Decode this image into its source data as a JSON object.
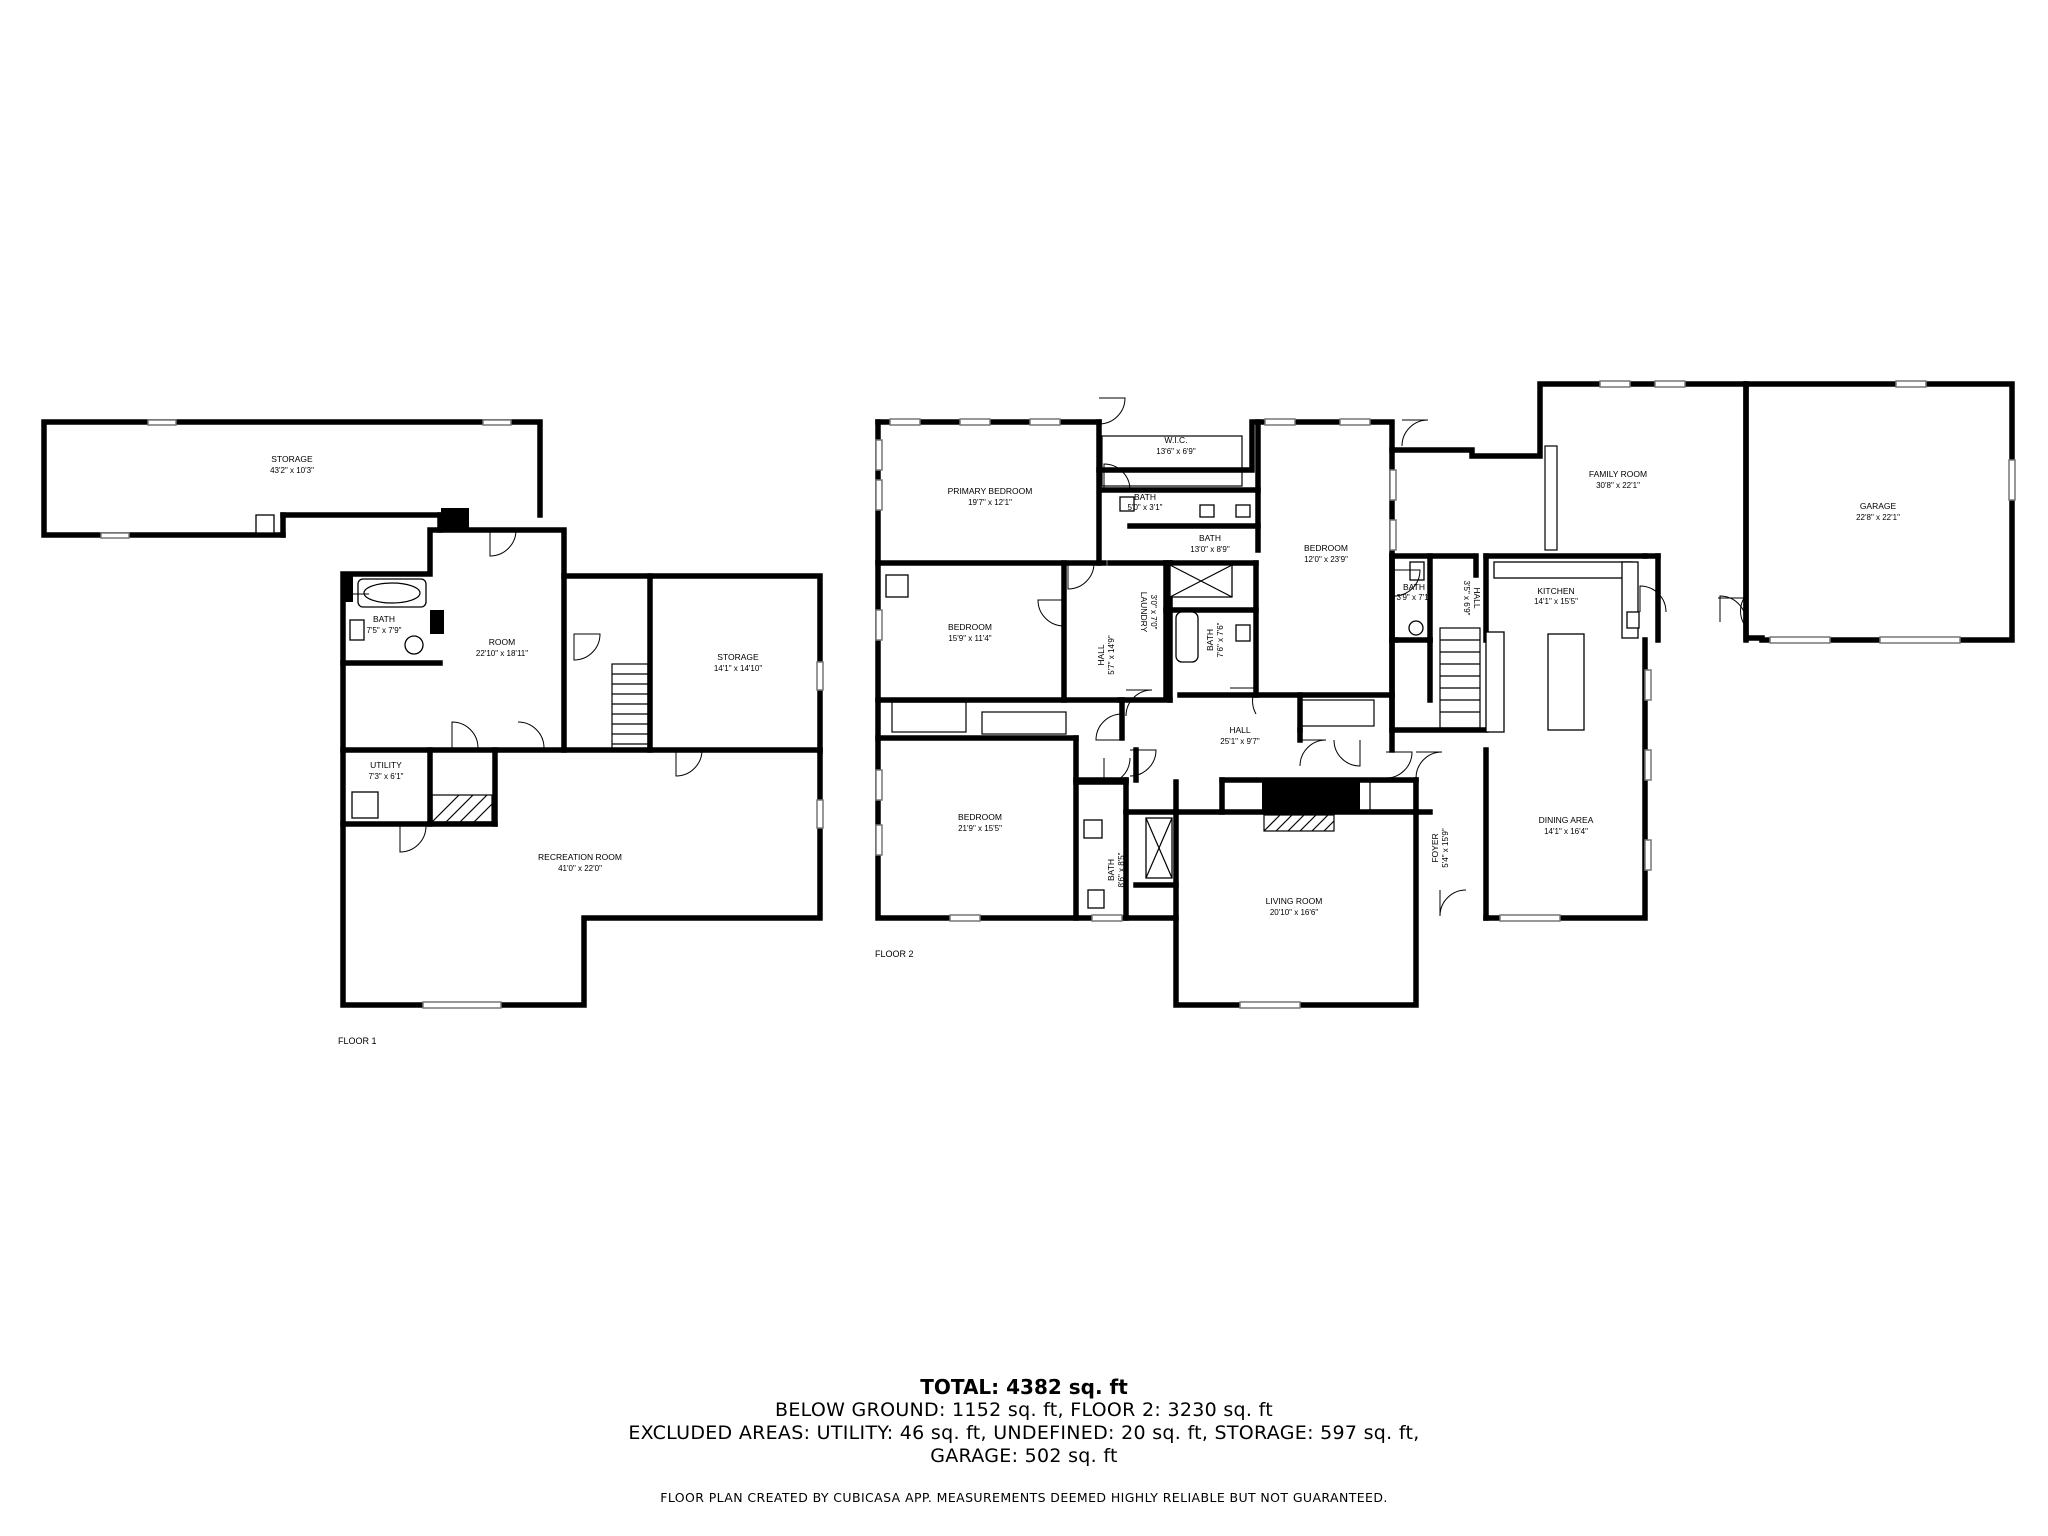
{
  "floors": [
    {
      "label": "FLOOR 1"
    },
    {
      "label": "FLOOR 2"
    }
  ],
  "rooms": {
    "f1_storage_top": {
      "name": "STORAGE",
      "dims": "43'2\" x 10'3\""
    },
    "f1_bath": {
      "name": "BATH",
      "dims": "7'5\" x 7'9\""
    },
    "f1_room": {
      "name": "ROOM",
      "dims": "22'10\" x 18'11\""
    },
    "f1_storage": {
      "name": "STORAGE",
      "dims": "14'1\" x 14'10\""
    },
    "f1_utility": {
      "name": "UTILITY",
      "dims": "7'3\" x 6'1\""
    },
    "f1_recreation": {
      "name": "RECREATION ROOM",
      "dims": "41'0\" x 22'0\""
    },
    "f2_primary_bedroom": {
      "name": "PRIMARY BEDROOM",
      "dims": "19'7\" x 12'1\""
    },
    "f2_wic": {
      "name": "W.I.C.",
      "dims": "13'6\" x 6'9\""
    },
    "f2_bath_a": {
      "name": "BATH",
      "dims": "5'0\" x 3'1\""
    },
    "f2_bath_b": {
      "name": "BATH",
      "dims": "13'0\" x 8'9\""
    },
    "f2_bedroom_east": {
      "name": "BEDROOM",
      "dims": "12'0\" x 23'9\""
    },
    "f2_bedroom_mid": {
      "name": "BEDROOM",
      "dims": "15'9\" x 11'4\""
    },
    "f2_hall_v": {
      "name": "HALL",
      "dims": "5'7\" x 14'9\""
    },
    "f2_laundry": {
      "name": "LAUNDRY",
      "dims": "3'0\" x 7'0\""
    },
    "f2_bath_c": {
      "name": "BATH",
      "dims": "7'6\" x 7'6\""
    },
    "f2_bath_d": {
      "name": "BATH",
      "dims": "3'9\" x 7'1\""
    },
    "f2_hall_small": {
      "name": "HALL",
      "dims": "3'5\" x 6'9\""
    },
    "f2_kitchen": {
      "name": "KITCHEN",
      "dims": "14'1\" x 15'5\""
    },
    "f2_family_room": {
      "name": "FAMILY ROOM",
      "dims": "30'8\" x 22'1\""
    },
    "f2_garage": {
      "name": "GARAGE",
      "dims": "22'8\" x 22'1\""
    },
    "f2_hall_main": {
      "name": "HALL",
      "dims": "25'1\" x 9'7\""
    },
    "f2_bedroom_sw": {
      "name": "BEDROOM",
      "dims": "21'9\" x 15'5\""
    },
    "f2_bath_e": {
      "name": "BATH",
      "dims": "8'6\" x 8'5\""
    },
    "f2_living_room": {
      "name": "LIVING ROOM",
      "dims": "20'10\" x 16'6\""
    },
    "f2_foyer": {
      "name": "FOYER",
      "dims": "5'4\" x 15'9\""
    },
    "f2_dining": {
      "name": "DINING AREA",
      "dims": "14'1\" x 16'4\""
    }
  },
  "summary": {
    "total": "TOTAL: 4382 sq. ft",
    "line1": "BELOW GROUND: 1152 sq. ft, FLOOR 2: 3230 sq. ft",
    "line2": "EXCLUDED AREAS: UTILITY: 46 sq. ft, UNDEFINED: 20 sq. ft, STORAGE: 597 sq. ft,",
    "line3": "GARAGE: 502 sq. ft",
    "disclaimer": "FLOOR PLAN CREATED BY CUBICASA APP. MEASUREMENTS DEEMED HIGHLY RELIABLE BUT NOT GUARANTEED."
  }
}
